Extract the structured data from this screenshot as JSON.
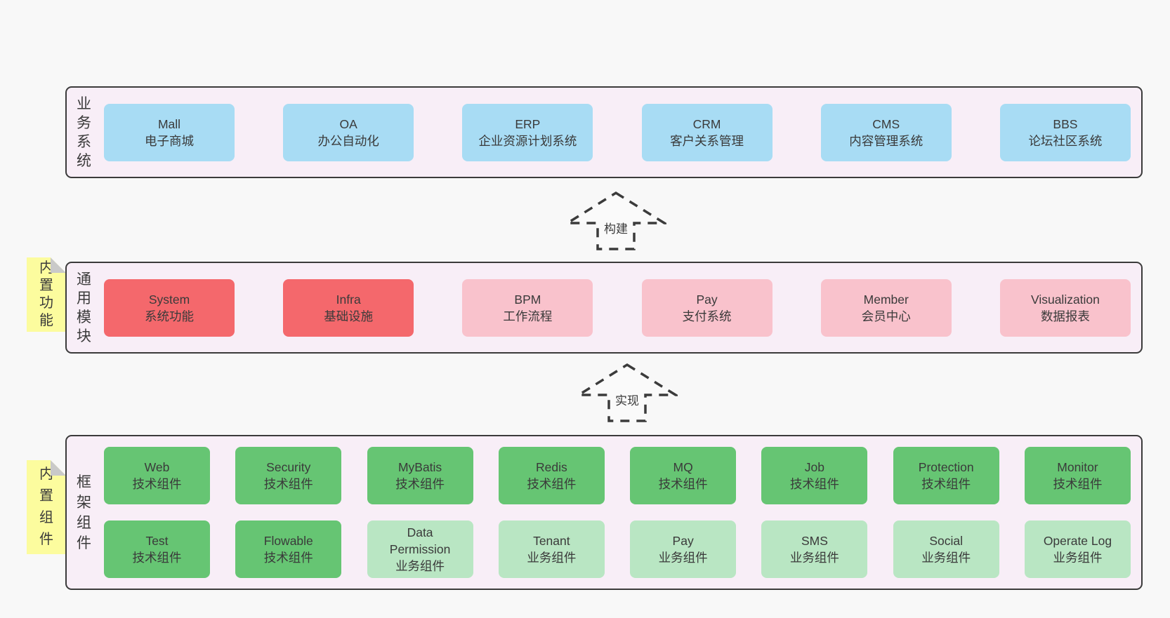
{
  "colors": {
    "page-bg": "#f8f8f8",
    "band-bg": "#f8eef7",
    "band-border": "#3b3b3b",
    "box-blue": "#a8dcf4",
    "box-red": "#f4686c",
    "box-pink": "#f9c2cc",
    "box-green": "#66c573",
    "box-lightgreen": "#b9e6c3",
    "sticky-bg": "#fcfc9e",
    "sticky-fold": "#c9c9c9",
    "text": "#3a3a3a"
  },
  "bands": {
    "business": {
      "label": "业\n务\n系\n统",
      "boxes": [
        {
          "text": "Mall\n电子商城"
        },
        {
          "text": "OA\n办公自动化"
        },
        {
          "text": "ERP\n企业资源计划系统"
        },
        {
          "text": "CRM\n客户关系管理"
        },
        {
          "text": "CMS\n内容管理系统"
        },
        {
          "text": "BBS\n论坛社区系统"
        }
      ]
    },
    "modules": {
      "sticky": "内\n置\n功\n能",
      "label": "通\n用\n模\n块",
      "boxes": [
        {
          "text": "System\n系统功能"
        },
        {
          "text": "Infra\n基础设施"
        },
        {
          "text": "BPM\n工作流程"
        },
        {
          "text": "Pay\n支付系统"
        },
        {
          "text": "Member\n会员中心"
        },
        {
          "text": "Visualization\n数据报表"
        }
      ]
    },
    "framework": {
      "sticky": "内\n置\n组\n件",
      "label": "框\n架\n组\n件",
      "row1": [
        {
          "text": "Web\n技术组件"
        },
        {
          "text": "Security\n技术组件"
        },
        {
          "text": "MyBatis\n技术组件"
        },
        {
          "text": "Redis\n技术组件"
        },
        {
          "text": "MQ\n技术组件"
        },
        {
          "text": "Job\n技术组件"
        },
        {
          "text": "Protection\n技术组件"
        },
        {
          "text": "Monitor\n技术组件"
        }
      ],
      "row2": [
        {
          "text": "Test\n技术组件"
        },
        {
          "text": "Flowable\n技术组件"
        },
        {
          "text": "Data\nPermission\n业务组件"
        },
        {
          "text": "Tenant\n业务组件"
        },
        {
          "text": "Pay\n业务组件"
        },
        {
          "text": "SMS\n业务组件"
        },
        {
          "text": "Social\n业务组件"
        },
        {
          "text": "Operate Log\n业务组件"
        }
      ]
    }
  },
  "arrows": {
    "build": {
      "label": "构建"
    },
    "implement": {
      "label": "实现"
    }
  }
}
